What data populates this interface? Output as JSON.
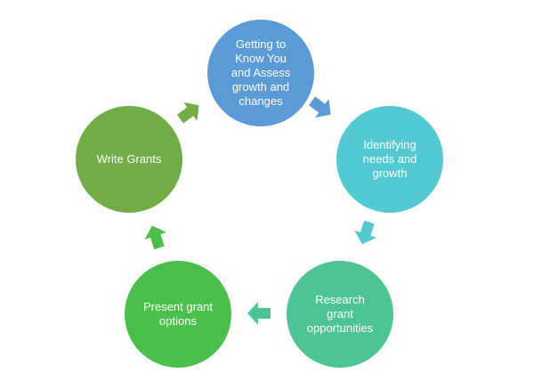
{
  "nodes": [
    {
      "id": "assess",
      "label": "Getting to\nKnow You\nand Assess\ngrowth and\nchanges",
      "color": "#5b9bd5"
    },
    {
      "id": "identify",
      "label": "Identifying\nneeds and\ngrowth",
      "color": "#53c9d1"
    },
    {
      "id": "research",
      "label": "Research\ngrant\nopportunities",
      "color": "#4cc494"
    },
    {
      "id": "present",
      "label": "Present grant\noptions",
      "color": "#4bbf4b"
    },
    {
      "id": "write",
      "label": "Write Grants",
      "color": "#70ad47"
    }
  ],
  "arrow_colors": {
    "assess_to_identify": "#5b9bd5",
    "identify_to_research": "#53c9d1",
    "research_to_present": "#4cc494",
    "present_to_write": "#4bbf4b",
    "write_to_assess": "#70ad47"
  }
}
